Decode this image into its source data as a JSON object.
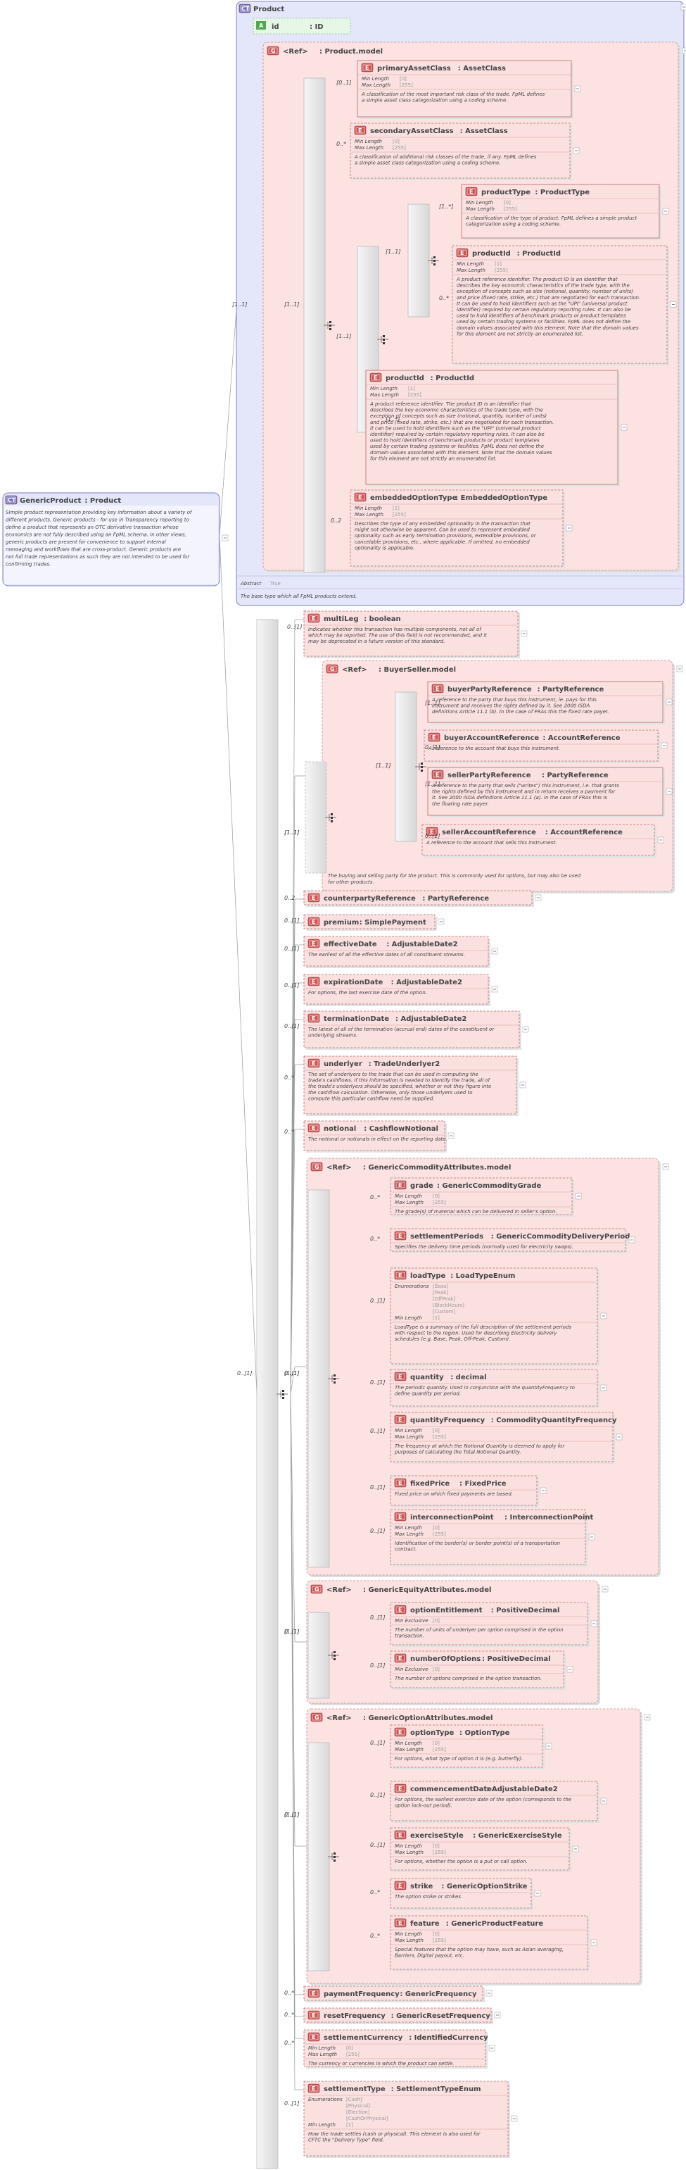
{
  "root": {
    "badge": "CT",
    "name": "GenericProduct",
    "type": "Product",
    "doc": [
      "Simple product representation providing key information about a variety of",
      "different products. Generic products - for use in Transparency reporting to",
      "define a product that represents an OTC derivative transaction whose",
      "economics are not fully described using an FpML schema. In other views,",
      "generic products are present for convenience to support internal",
      "messaging and workflows that are cross-product. Generic products are",
      "not full trade representations as such they are not intended to be used for",
      "confirming trades."
    ]
  },
  "product": {
    "badge": "CT",
    "title": "Product",
    "attr_badge": "A",
    "attr_name": "id",
    "attr_type": "ID",
    "abstract_label": "Abstract",
    "abstract_value": "True",
    "doc": "The base type which all FpML products extend."
  },
  "elements": [
    {
      "id": "e1",
      "name": "primaryAssetClass",
      "type": "AssetClass",
      "occ": "[0..1]",
      "facets": [
        [
          "Min Length",
          "[0]"
        ],
        [
          "Max Length",
          "[255]"
        ]
      ],
      "doc": [
        "A classification of the most important risk class of the trade. FpML defines",
        "a simple asset class categorization using a coding scheme."
      ]
    },
    {
      "id": "e2",
      "name": "secondaryAssetClass",
      "type": "AssetClass",
      "occ": "0..*",
      "facets": [
        [
          "Min Length",
          "[0]"
        ],
        [
          "Max Length",
          "[255]"
        ]
      ],
      "doc": [
        "A classification of additional risk classes of the trade, if any. FpML defines",
        "a simple asset class categorization using a coding scheme."
      ]
    },
    {
      "id": "e3",
      "name": "productType",
      "type": "ProductType",
      "occ": "[1..*]",
      "facets": [
        [
          "Min Length",
          "[0]"
        ],
        [
          "Max Length",
          "[255]"
        ]
      ],
      "doc": [
        "A classification of the type of product. FpML defines a simple product",
        "categorization using a coding scheme."
      ]
    },
    {
      "id": "e4",
      "name": "productId",
      "type": "ProductId",
      "occ": "0..*",
      "facets": [
        [
          "Min Length",
          "[1]"
        ],
        [
          "Max Length",
          "[255]"
        ]
      ],
      "doc": [
        "A product reference identifier. The product ID is an identifier that",
        "describes the key economic characteristics of the trade type, with the",
        "exception of concepts such as size (notional, quantity, number of units)",
        "and price (fixed rate, strike, etc.) that are negotiated for each transaction.",
        "It can be used to hold identifiers such as the \"UPI\" (universal product",
        "identifier) required by certain regulatory reporting rules. It can also be",
        "used to hold identifiers of benchmark products or product templates",
        "used by certain trading systems or facilities. FpML does not define the",
        "domain values associated with this element. Note that the domain values",
        "for this element are not strictly an enumerated list."
      ]
    },
    {
      "id": "e5",
      "name": "productId",
      "type": "ProductId",
      "occ": "[1..*]",
      "facets": [
        [
          "Min Length",
          "[1]"
        ],
        [
          "Max Length",
          "[255]"
        ]
      ],
      "doc": [
        "A product reference identifier. The product ID is an identifier that",
        "describes the key economic characteristics of the trade type, with the",
        "exception of concepts such as size (notional, quantity, number of units)",
        "and price (fixed rate, strike, etc.) that are negotiated for each transaction.",
        "It can be used to hold identifiers such as the \"UPI\" (universal product",
        "identifier) required by certain regulatory reporting rules. It can also be",
        "used to hold identifiers of benchmark products or product templates",
        "used by certain trading systems or facilities. FpML does not define the",
        "domain values associated with this element. Note that the domain values",
        "for this element are not strictly an enumerated list."
      ]
    },
    {
      "id": "e6",
      "name": "embeddedOptionType",
      "type": "EmbeddedOptionType",
      "occ": "0..2",
      "facets": [
        [
          "Min Length",
          "[1]"
        ],
        [
          "Max Length",
          "[255]"
        ]
      ],
      "doc": [
        "Describes the type of any embedded optionality in the transaction that",
        "might not otherwise be apparent. Can be used to represent embedded",
        "optionality such as early termination provisions, extendible provisions, or",
        "cancelable provisions, etc., where applicable. If omitted, no embedded",
        "optionality is applicable."
      ]
    },
    {
      "id": "e7",
      "name": "multiLeg",
      "type": "boolean",
      "occ": "0..[1]",
      "facets": [],
      "doc": [
        "Indicates whether this transaction has multiple components, not all of",
        "which may be reported. The use of this field is not recommended, and it",
        "may be deprecated in a future version of this standard."
      ]
    },
    {
      "id": "e8",
      "name": "buyerPartyReference",
      "type": "PartyReference",
      "occ": "[1..1]",
      "facets": [],
      "doc": [
        "A reference to the party that buys this instrument, ie. pays for this",
        "instrument and receives the rights defined by it. See 2000 ISDA",
        "definitions Article 11.1 (b). In the case of FRAs this the fixed rate payer."
      ]
    },
    {
      "id": "e9",
      "name": "buyerAccountReference",
      "type": "AccountReference",
      "occ": "0..[1]",
      "facets": [],
      "doc": [
        "A reference to the account that buys this instrument."
      ]
    },
    {
      "id": "e10",
      "name": "sellerPartyReference",
      "type": "PartyReference",
      "occ": "[1..1]",
      "facets": [],
      "doc": [
        "A reference to the party that sells (\"writes\") this instrument, i.e. that grants",
        "the rights defined by this instrument and in return receives a payment for",
        "it. See 2000 ISDA definitions Article 11.1 (a). In the case of FRAs this is",
        "the floating rate payer."
      ]
    },
    {
      "id": "e11",
      "name": "sellerAccountReference",
      "type": "AccountReference",
      "occ": "0..[1]",
      "facets": [],
      "doc": [
        "A reference to the account that sells this instrument."
      ]
    },
    {
      "id": "e12",
      "name": "counterpartyReference",
      "type": "PartyReference",
      "occ": "0..2",
      "facets": [],
      "doc": []
    },
    {
      "id": "e13",
      "name": "premium",
      "type": "SimplePayment",
      "occ": "0..[1]",
      "facets": [],
      "doc": []
    },
    {
      "id": "e14",
      "name": "effectiveDate",
      "type": "AdjustableDate2",
      "occ": "0..[1]",
      "facets": [],
      "doc": [
        "The earliest of all the effective dates of all constituent streams."
      ]
    },
    {
      "id": "e15",
      "name": "expirationDate",
      "type": "AdjustableDate2",
      "occ": "0..[1]",
      "facets": [],
      "doc": [
        "For options, the last exercise date of the option."
      ]
    },
    {
      "id": "e16",
      "name": "terminationDate",
      "type": "AdjustableDate2",
      "occ": "0..[1]",
      "facets": [],
      "doc": [
        "The latest of all of the termination (accrual end) dates of the constituent or",
        "underlying streams."
      ]
    },
    {
      "id": "e17",
      "name": "underlyer",
      "type": "TradeUnderlyer2",
      "occ": "0..*",
      "facets": [],
      "doc": [
        "The set of underlyers to the trade that can be used in computing the",
        "trade's cashflows. If this information is needed to identify the trade, all of",
        "the trade's underlyers should be specified, whether or not they figure into",
        "the cashflow calculation. Otherwise, only those underlyers used to",
        "compute this particular cashflow need be supplied."
      ]
    },
    {
      "id": "e18",
      "name": "notional",
      "type": "CashflowNotional",
      "occ": "0..*",
      "facets": [],
      "doc": [
        "The notional or notionals in effect on the reporting date."
      ]
    },
    {
      "id": "e19",
      "name": "grade",
      "type": "GenericCommodityGrade",
      "occ": "0..*",
      "facets": [
        [
          "Min Length",
          "[0]"
        ],
        [
          "Max Length",
          "[255]"
        ]
      ],
      "doc": [
        "The grade(s) of material which can be delivered in seller's option."
      ]
    },
    {
      "id": "e20",
      "name": "settlementPeriods",
      "type": "GenericCommodityDeliveryPeriod",
      "occ": "0..*",
      "facets": [],
      "doc": [
        "Specifies the delivery time periods (normally used for electricity swaps)."
      ]
    },
    {
      "id": "e21",
      "name": "loadType",
      "type": "LoadTypeEnum",
      "occ": "0..[1]",
      "facets": [
        [
          "Enumerations",
          "[Base]"
        ],
        [
          "",
          "[Peak]"
        ],
        [
          "",
          "[OffPeak]"
        ],
        [
          "",
          "[BlockHours]"
        ],
        [
          "",
          "[Custom]"
        ],
        [
          "Min Length",
          "[1]"
        ]
      ],
      "doc": [
        "LoadType is a summary of the full description of the settlement periods",
        "with respect to the region. Used for describing Electricity delivery",
        "schedules (e.g. Base, Peak, Off-Peak, Custom)."
      ]
    },
    {
      "id": "e22",
      "name": "quantity",
      "type": "decimal",
      "occ": "0..[1]",
      "facets": [],
      "doc": [
        "The periodic quantity. Used in conjunction with the quantityFrequency to",
        "define quantity per period."
      ]
    },
    {
      "id": "e23",
      "name": "quantityFrequency",
      "type": "CommodityQuantityFrequency",
      "occ": "0..[1]",
      "facets": [
        [
          "Min Length",
          "[0]"
        ],
        [
          "Max Length",
          "[255]"
        ]
      ],
      "doc": [
        "The frequency at which the Notional Quantity is deemed to apply for",
        "purposes of calculating the Total Notional Quantity."
      ]
    },
    {
      "id": "e24",
      "name": "fixedPrice",
      "type": "FixedPrice",
      "occ": "0..[1]",
      "facets": [],
      "doc": [
        "Fixed price on which fixed payments are based."
      ]
    },
    {
      "id": "e25",
      "name": "interconnectionPoint",
      "type": "InterconnectionPoint",
      "occ": "0..[1]",
      "facets": [
        [
          "Min Length",
          "[0]"
        ],
        [
          "Max Length",
          "[255]"
        ]
      ],
      "doc": [
        "Identification of the border(s) or border point(s) of a transportation",
        "contract."
      ]
    },
    {
      "id": "e26",
      "name": "optionEntitlement",
      "type": "PositiveDecimal",
      "occ": "0..[1]",
      "facets": [
        [
          "Min Exclusive",
          "[0]"
        ]
      ],
      "doc": [
        "The number of units of underlyer per option comprised in the option",
        "transaction."
      ]
    },
    {
      "id": "e27",
      "name": "numberOfOptions",
      "type": "PositiveDecimal",
      "occ": "0..[1]",
      "facets": [
        [
          "Min Exclusive",
          "[0]"
        ]
      ],
      "doc": [
        "The number of options comprised in the option transaction."
      ]
    },
    {
      "id": "e28",
      "name": "optionType",
      "type": "OptionType",
      "occ": "0..[1]",
      "facets": [
        [
          "Min Length",
          "[0]"
        ],
        [
          "Max Length",
          "[255]"
        ]
      ],
      "doc": [
        "For options, what type of option it is (e.g. butterfly)."
      ]
    },
    {
      "id": "e29",
      "name": "commencementDate",
      "type": "AdjustableDate2",
      "occ": "0..[1]",
      "facets": [],
      "doc": [
        "For options, the earliest exercise date of the option (corresponds to the",
        "option lock-out period)."
      ]
    },
    {
      "id": "e30",
      "name": "exerciseStyle",
      "type": "GenericExerciseStyle",
      "occ": "0..[1]",
      "facets": [
        [
          "Min Length",
          "[0]"
        ],
        [
          "Max Length",
          "[255]"
        ]
      ],
      "doc": [
        "For options, whether the option is a put or call option."
      ]
    },
    {
      "id": "e31",
      "name": "strike",
      "type": "GenericOptionStrike",
      "occ": "0..*",
      "facets": [],
      "doc": [
        "The option strike or strikes."
      ]
    },
    {
      "id": "e32",
      "name": "feature",
      "type": "GenericProductFeature",
      "occ": "0..*",
      "facets": [
        [
          "Min Length",
          "[0]"
        ],
        [
          "Max Length",
          "[255]"
        ]
      ],
      "doc": [
        "Special features that the option may have, such as Asian averaging,",
        "Barriers, Digital payout, etc."
      ]
    },
    {
      "id": "e33",
      "name": "paymentFrequency",
      "type": "GenericFrequency",
      "occ": "0..*",
      "facets": [],
      "doc": []
    },
    {
      "id": "e34",
      "name": "resetFrequency",
      "type": "GenericResetFrequency",
      "occ": "0..*",
      "facets": [],
      "doc": []
    },
    {
      "id": "e35",
      "name": "settlementCurrency",
      "type": "IdentifiedCurrency",
      "occ": "0..*",
      "facets": [
        [
          "Min Length",
          "[0]"
        ],
        [
          "Max Length",
          "[255]"
        ]
      ],
      "doc": [
        "The currency or currencies in which the product can settle."
      ]
    },
    {
      "id": "e36",
      "name": "settlementType",
      "type": "SettlementTypeEnum",
      "occ": "0..[1]",
      "facets": [
        [
          "Enumerations",
          "[Cash]"
        ],
        [
          "",
          "[Physical]"
        ],
        [
          "",
          "[Election]"
        ],
        [
          "",
          "[CashOrPhysical]"
        ],
        [
          "Min Length",
          "[1]"
        ]
      ],
      "doc": [
        "How the trade settles (cash or physical). This element is also used for",
        "CFTC the \"Delivery Type\" field."
      ]
    }
  ],
  "groups": [
    {
      "id": "g1",
      "badge": "G",
      "ref": "<Ref>",
      "name": "Product.model",
      "occ": "[1..1]",
      "doc": []
    },
    {
      "id": "g2",
      "badge": "G",
      "ref": "<Ref>",
      "name": "BuyerSeller.model",
      "occ": "[1..1]",
      "doc": [
        "The buying and selling party for the product. This is commonly used for options, but may also be used",
        "for other products."
      ]
    },
    {
      "id": "g3",
      "badge": "G",
      "ref": "<Ref>",
      "name": "GenericCommodityAttributes.model",
      "occ": "0..[1]",
      "doc": []
    },
    {
      "id": "g4",
      "badge": "G",
      "ref": "<Ref>",
      "name": "GenericEquityAttributes.model",
      "occ": "0..[1]",
      "doc": []
    },
    {
      "id": "g5",
      "badge": "G",
      "ref": "<Ref>",
      "name": "GenericOptionAttributes.model",
      "occ": "0..[1]",
      "doc": []
    }
  ],
  "connectors": [
    {
      "id": "c1",
      "occ": "[1..1]"
    },
    {
      "id": "c2",
      "occ": "[1..1]"
    },
    {
      "id": "c3",
      "occ": "[1..1]"
    },
    {
      "id": "c4",
      "occ": "0..[1]"
    },
    {
      "id": "c5",
      "occ": "[1..1]"
    },
    {
      "id": "c6",
      "occ": "[1..1]"
    },
    {
      "id": "c7",
      "occ": "[1..1]"
    },
    {
      "id": "c8",
      "occ": "[1..1]"
    },
    {
      "id": "c9",
      "occ": "[1..1]"
    }
  ],
  "colors": {
    "element": "#fbe0e0",
    "element_border": "#bb6666",
    "ct": "#e4e6fa",
    "ct_border": "#7d7fc0",
    "group": "#fde2e2",
    "group_border": "#c48b8b"
  }
}
